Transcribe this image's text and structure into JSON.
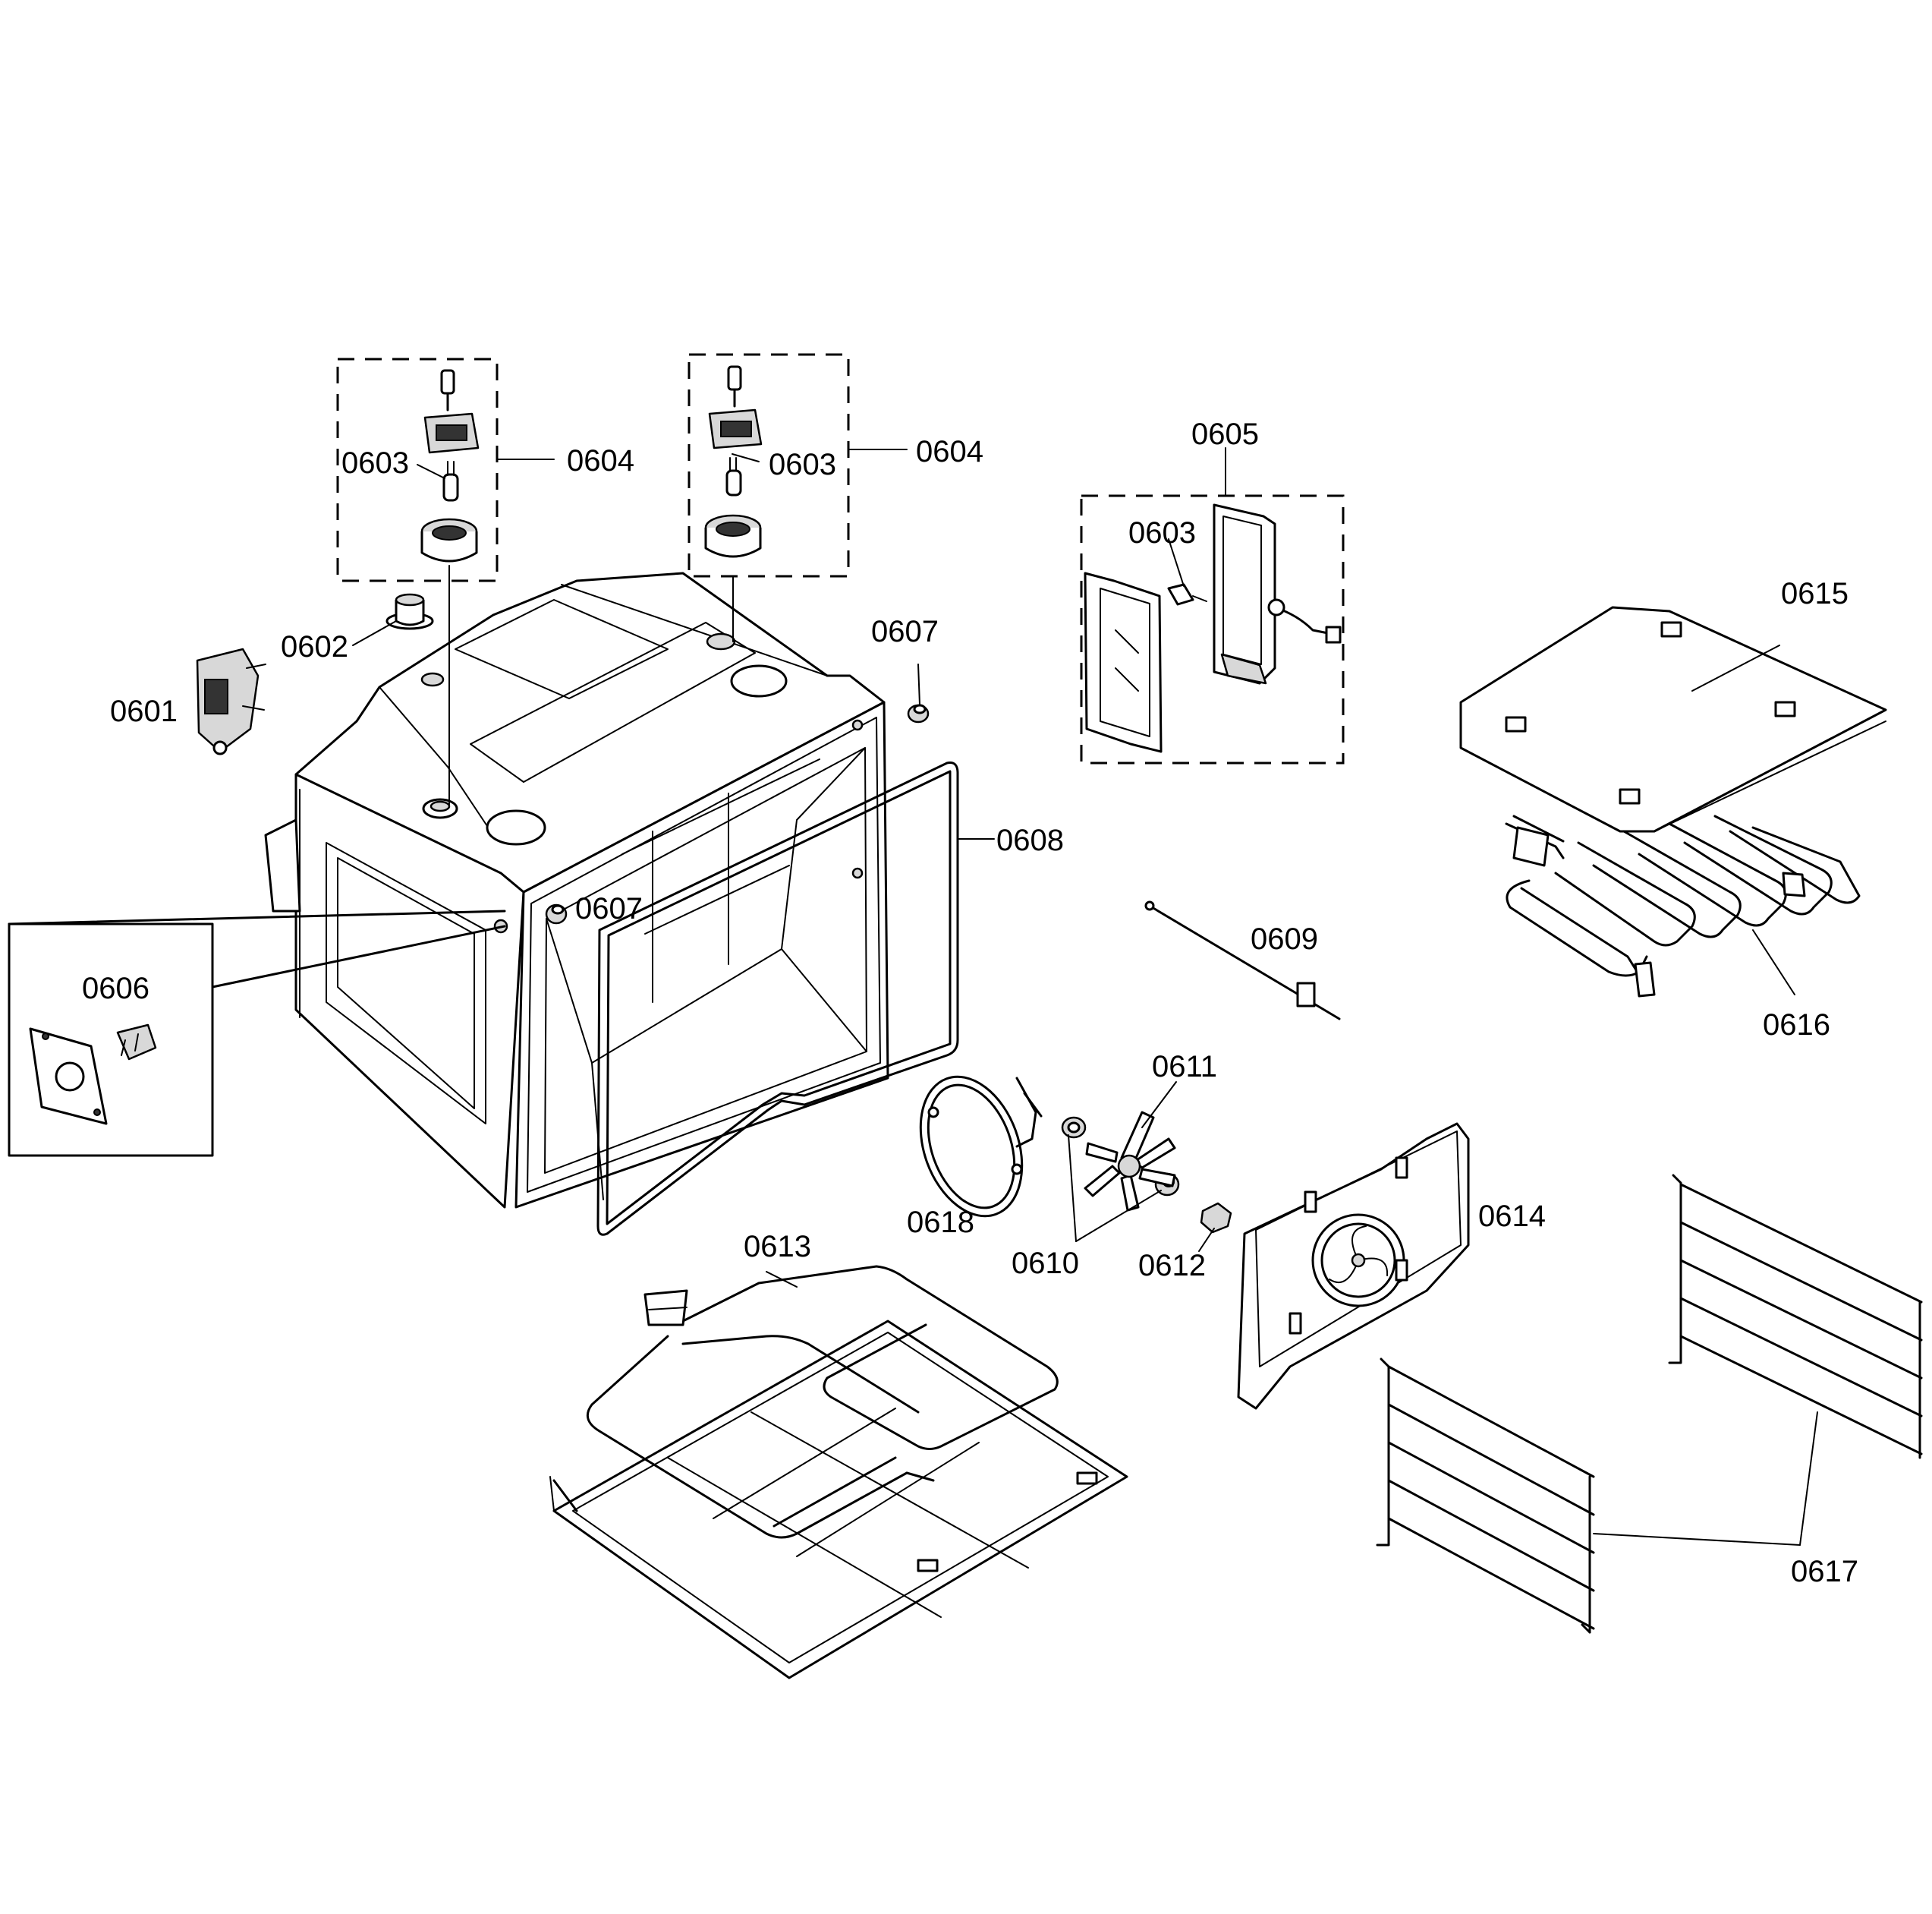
{
  "diagram": {
    "part_labels": {
      "p0601": "0601",
      "p0602": "0602",
      "p0603_left": "0603",
      "p0603_mid": "0603",
      "p0603_right": "0603",
      "p0604_left": "0604",
      "p0604_right": "0604",
      "p0605": "0605",
      "p0606": "0606",
      "p0607_top": "0607",
      "p0607_front": "0607",
      "p0608": "0608",
      "p0609": "0609",
      "p0610": "0610",
      "p0611": "0611",
      "p0612": "0612",
      "p0613": "0613",
      "p0614": "0614",
      "p0615": "0615",
      "p0616": "0616",
      "p0617": "0617",
      "p0618": "0618"
    }
  }
}
